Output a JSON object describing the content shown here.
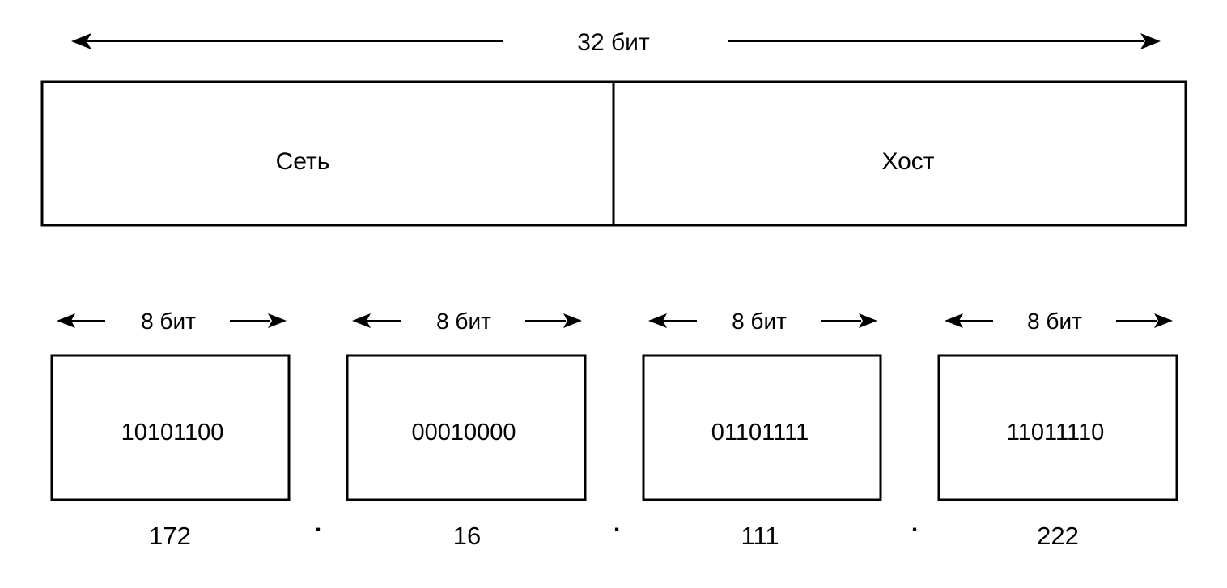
{
  "colors": {
    "line": "#000000",
    "background": "#ffffff"
  },
  "total_width_label": "32 бит",
  "segments": {
    "network_label": "Сеть",
    "host_label": "Хост"
  },
  "octets": [
    {
      "width_label": "8 бит",
      "binary": "10101100",
      "decimal": "172"
    },
    {
      "width_label": "8 бит",
      "binary": "00010000",
      "decimal": "16"
    },
    {
      "width_label": "8 бит",
      "binary": "01101111",
      "decimal": "111"
    },
    {
      "width_label": "8 бит",
      "binary": "11011110",
      "decimal": "222"
    }
  ],
  "separators": [
    ".",
    ".",
    "."
  ]
}
